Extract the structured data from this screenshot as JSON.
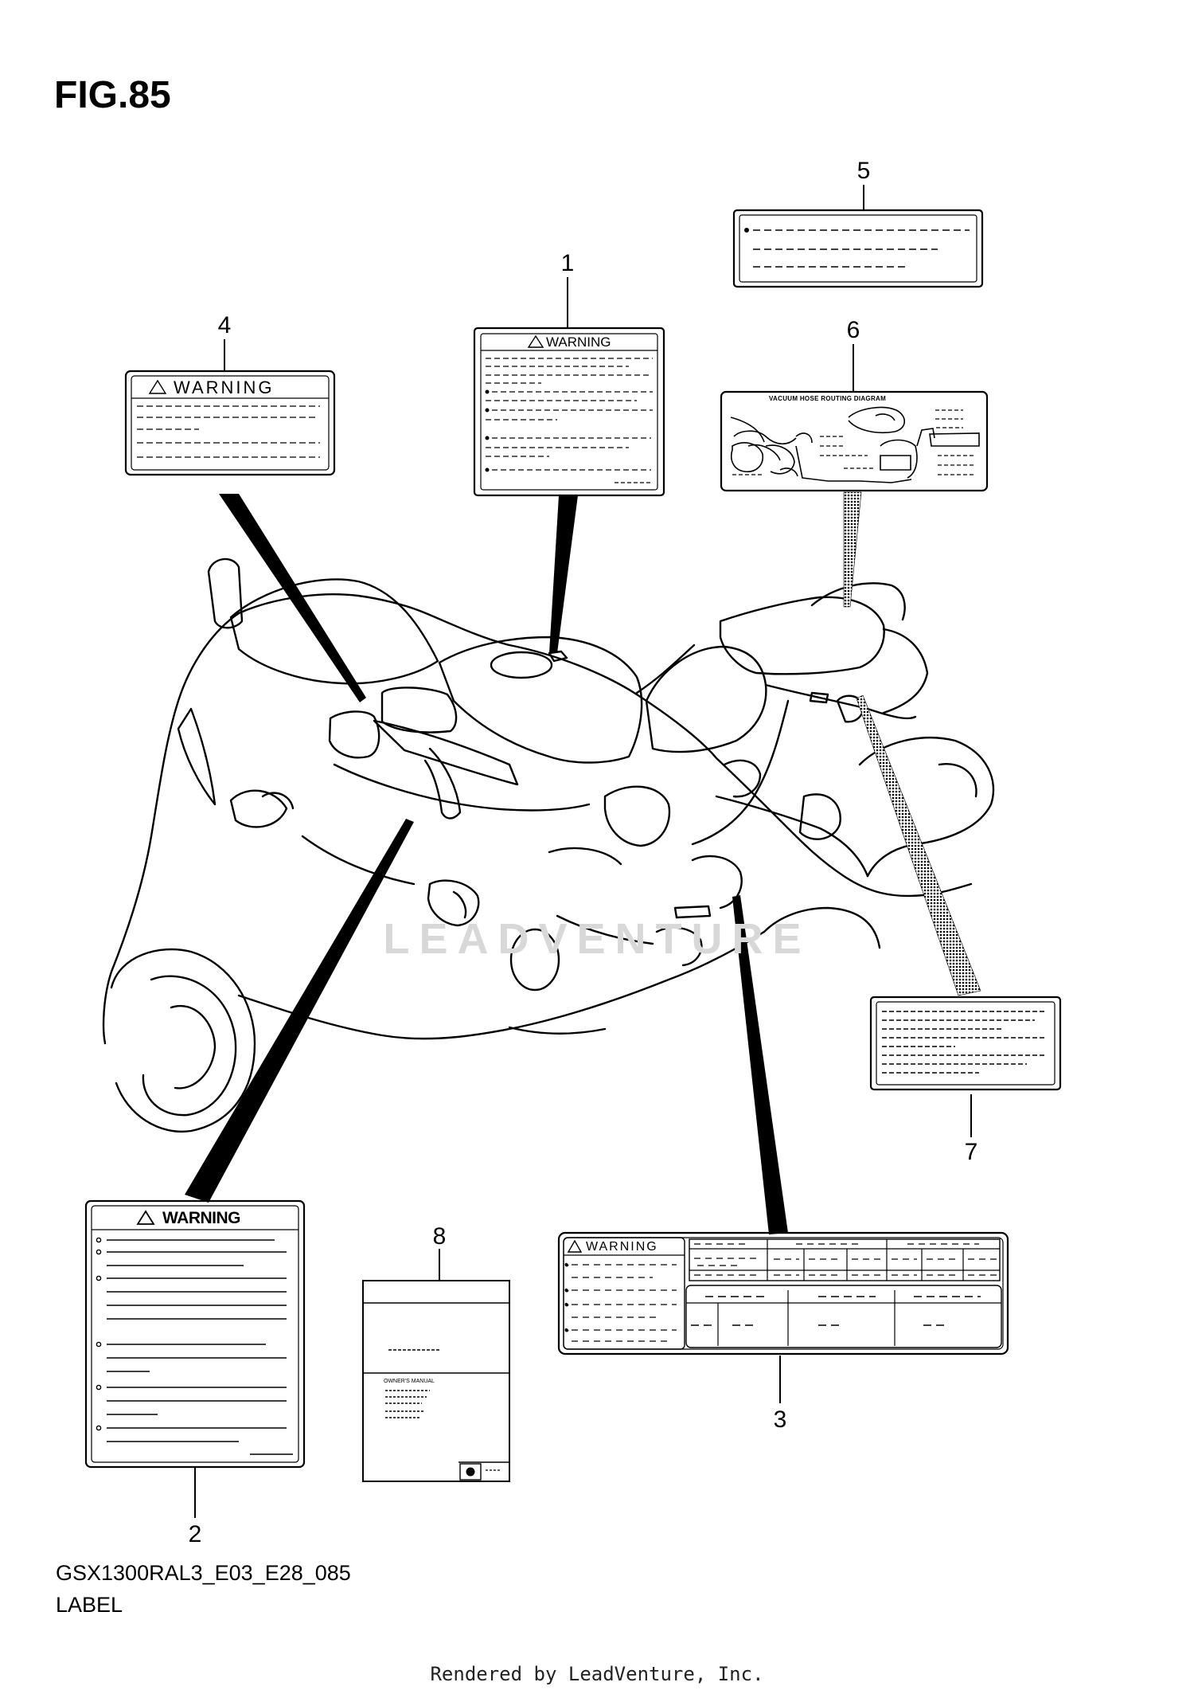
{
  "figure": {
    "title": "FIG.85",
    "code": "GSX1300RAL3_E03_E28_085",
    "name": "LABEL"
  },
  "callouts": [
    "1",
    "2",
    "3",
    "4",
    "5",
    "6",
    "7",
    "8"
  ],
  "labels": {
    "warning_text": "WARNING",
    "vacuum_title": "VACUUM HOSE ROUTING DIAGRAM",
    "manual_title": "OWNER'S MANUAL"
  },
  "watermark": "LEADVENTURE",
  "credit": "Rendered by LeadVenture, Inc."
}
